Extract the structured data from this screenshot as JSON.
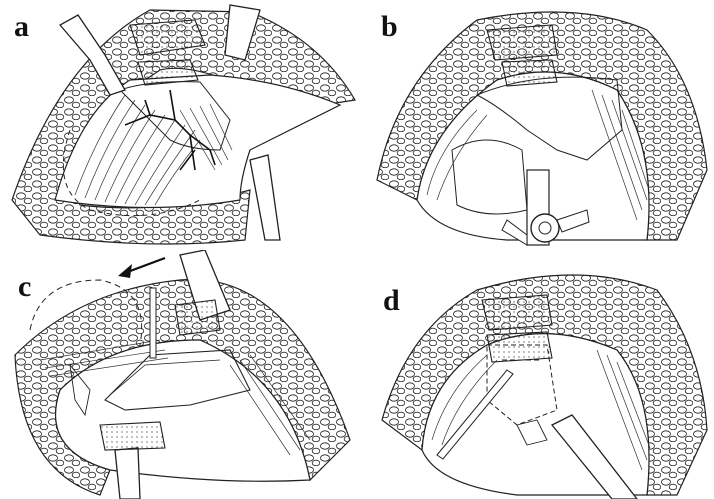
{
  "panels": [
    {
      "label": "a"
    },
    {
      "label": "b"
    },
    {
      "label": "c"
    },
    {
      "label": "d"
    }
  ],
  "colors": {
    "ink": "#1a1a1a",
    "paper": "#ffffff",
    "fat": "#fafafa"
  }
}
